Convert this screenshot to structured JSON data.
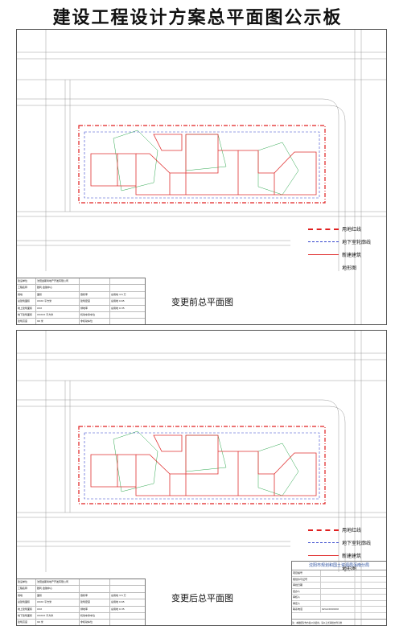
{
  "page_title": "建设工程设计方案总平面图公示板",
  "panels": [
    {
      "caption": "变更前总平面图"
    },
    {
      "caption": "变更后总平面图"
    }
  ],
  "legend": {
    "redline": "用地红线",
    "basement": "地下室轮廓线",
    "new_building": "新建建筑",
    "site": "地形图"
  },
  "info_table": {
    "rows": [
      [
        "建设单位",
        "沈阳金斯商地产开发有限公司",
        "",
        ""
      ],
      [
        "工程名称",
        "胜利·金融中心",
        "",
        ""
      ],
      [
        "用地",
        "面积",
        "容积率",
        "总用地 3.5 万"
      ],
      [
        "总建筑面积",
        "XXXX 平方米",
        "建筑密度",
        "总用地 0.65"
      ],
      [
        "地上建筑面积",
        "XXX",
        "绿地率",
        "总用地 0.35"
      ],
      [
        "地下建筑面积",
        "XXXXX 平方米",
        "机动车停车位",
        ""
      ],
      [
        "建筑高度",
        "99 米",
        "非机动车位",
        ""
      ],
      [
        "备注",
        "",
        "",
        ""
      ]
    ]
  },
  "stamp": {
    "header": "沈阳市规划和国土资源局浑南分局",
    "rows": [
      [
        "项目编号",
        ""
      ],
      [
        "规划许可证号",
        ""
      ],
      [
        "审批日期",
        ""
      ],
      [
        "经办人",
        ""
      ],
      [
        "审核人",
        ""
      ],
      [
        "审定人",
        ""
      ],
      [
        "联系电话",
        "024-XXXXXXX"
      ]
    ],
    "note": "注：本图纸仅作方案公示使用，请以正式审批文件为准"
  },
  "colors": {
    "redline": "#e02020",
    "basement": "#3344cc",
    "building": "#e03030",
    "green": "#2fa84f",
    "road": "#9a9a9a"
  }
}
